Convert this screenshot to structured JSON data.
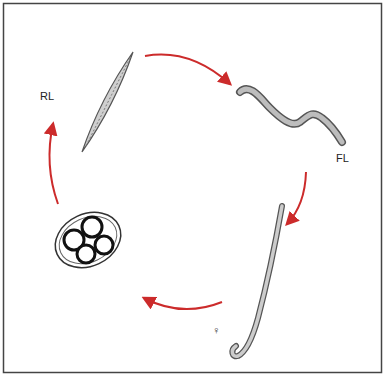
{
  "diagram": {
    "labels": [
      "RL",
      "FL",
      "♀"
    ]
  }
}
